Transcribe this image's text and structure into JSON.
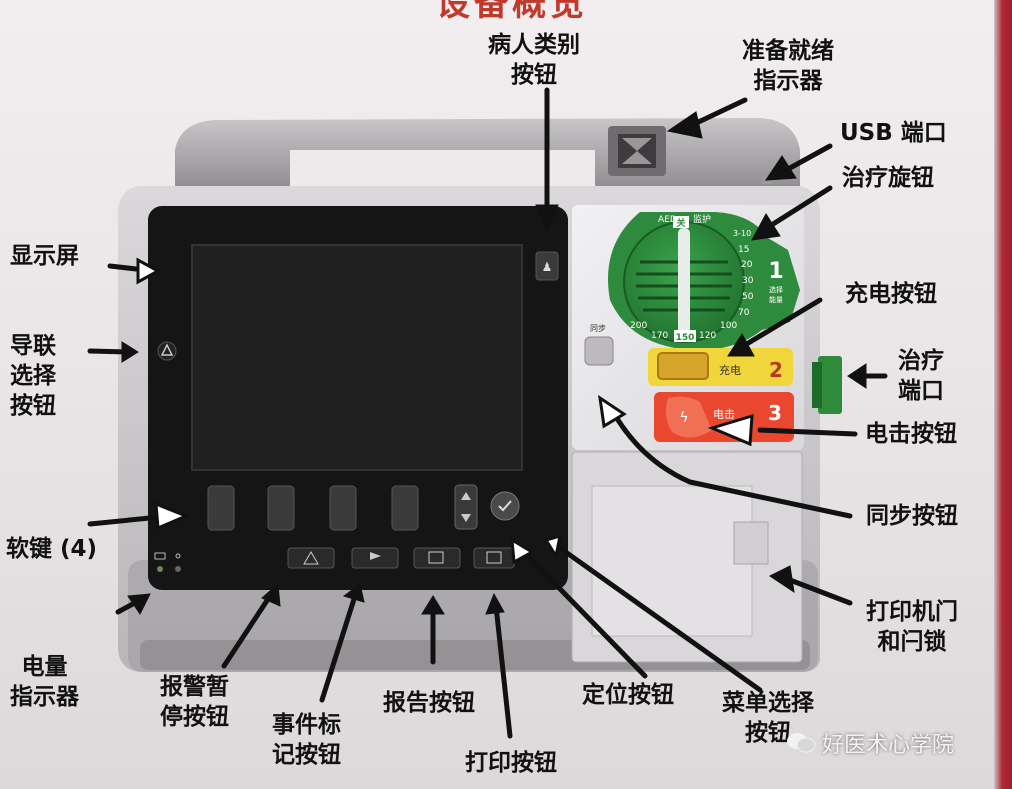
{
  "heading": "设备概览",
  "device": {
    "screen_key": "显示屏",
    "softkeys_count": 4,
    "dial": {
      "scale": [
        "AED",
        "关",
        "监护",
        "3-10",
        "15",
        "20",
        "30",
        "50",
        "70",
        "100",
        "120",
        "150",
        "170",
        "200"
      ],
      "selected": "150",
      "step1": {
        "number": "1",
        "text": "选择\n能量"
      }
    },
    "sync_button_label": "同步",
    "charge": {
      "label": "充电",
      "number": "2"
    },
    "shock": {
      "label": "电击",
      "number": "3"
    }
  },
  "labels": {
    "patient_category": "病人类别\n按钮",
    "ready_indicator": "准备就绪\n指示器",
    "usb_port": "USB 端口",
    "therapy_knob": "治疗旋钮",
    "charge_button": "充电按钮",
    "therapy_port": "治疗\n端口",
    "shock_button": "电击按钮",
    "sync_button": "同步按钮",
    "printer_door": "打印机门\n和闩锁",
    "menu_select": "菜单选择\n按钮",
    "navigation": "定位按钮",
    "print_button": "打印按钮",
    "report_button": "报告按钮",
    "event_marker": "事件标\n记按钮",
    "alarm_pause": "报警暂\n停按钮",
    "battery_indicator": "电量\n指示器",
    "softkeys": "软键 (4)",
    "lead_select": "导联\n选择\n按钮",
    "display": "显示屏"
  },
  "watermark": "好医术心学院",
  "colors": {
    "dial_green": "#2e8b3e",
    "charge_yellow": "#f0d63a",
    "shock_red": "#e9472f",
    "device_body": "#cfcdd0",
    "screen_bezel": "#151515"
  }
}
